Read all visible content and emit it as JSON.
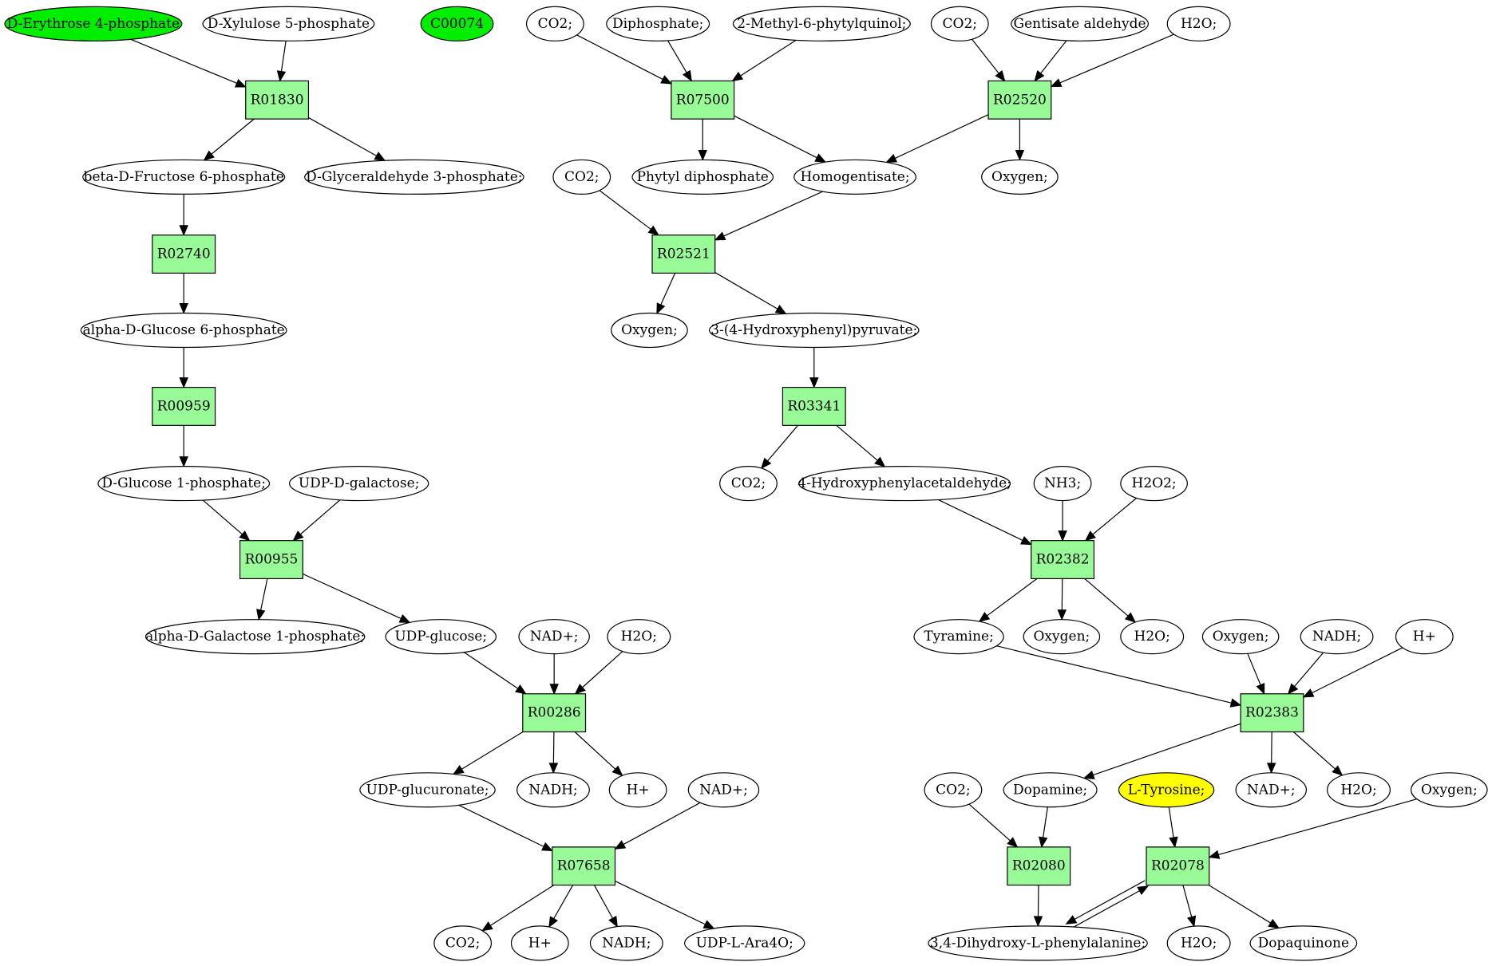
{
  "compounds": [
    {
      "id": "c_erythrose",
      "label": "D-Erythrose 4-phosphate",
      "fill": "#00ee00"
    },
    {
      "id": "c_xylulose",
      "label": "D-Xylulose 5-phosphate"
    },
    {
      "id": "c_c00074",
      "label": "C00074",
      "fill": "#00ee00"
    },
    {
      "id": "c_co2_a",
      "label": "CO2;"
    },
    {
      "id": "c_diphosphate",
      "label": "Diphosphate;"
    },
    {
      "id": "c_methylphytyl",
      "label": "2-Methyl-6-phytylquinol;"
    },
    {
      "id": "c_co2_b",
      "label": "CO2;"
    },
    {
      "id": "c_gentisate",
      "label": "Gentisate aldehyde"
    },
    {
      "id": "c_h2o_a",
      "label": "H2O;"
    },
    {
      "id": "c_fructose6p",
      "label": "beta-D-Fructose 6-phosphate"
    },
    {
      "id": "c_glyceraldehyde",
      "label": "D-Glyceraldehyde 3-phosphate;"
    },
    {
      "id": "c_co2_c",
      "label": "CO2;"
    },
    {
      "id": "c_phytyl",
      "label": "Phytyl diphosphate"
    },
    {
      "id": "c_homogentisate",
      "label": "Homogentisate;"
    },
    {
      "id": "c_oxygen_a",
      "label": "Oxygen;"
    },
    {
      "id": "c_glucose6p",
      "label": "alpha-D-Glucose 6-phosphate"
    },
    {
      "id": "c_oxygen_b",
      "label": "Oxygen;"
    },
    {
      "id": "c_hpp",
      "label": "3-(4-Hydroxyphenyl)pyruvate;"
    },
    {
      "id": "c_glucose1p",
      "label": "D-Glucose 1-phosphate;"
    },
    {
      "id": "c_udpgal",
      "label": "UDP-D-galactose;"
    },
    {
      "id": "c_co2_d",
      "label": "CO2;"
    },
    {
      "id": "c_hpacetald",
      "label": "4-Hydroxyphenylacetaldehyde;"
    },
    {
      "id": "c_nh3",
      "label": "NH3;"
    },
    {
      "id": "c_h2o2",
      "label": "H2O2;"
    },
    {
      "id": "c_galactose1p",
      "label": "alpha-D-Galactose 1-phosphate;"
    },
    {
      "id": "c_udpglucose",
      "label": "UDP-glucose;"
    },
    {
      "id": "c_nadp_a",
      "label": "NAD+;"
    },
    {
      "id": "c_h2o_b",
      "label": "H2O;"
    },
    {
      "id": "c_tyramine",
      "label": "Tyramine;"
    },
    {
      "id": "c_oxygen_c",
      "label": "Oxygen;"
    },
    {
      "id": "c_h2o_c",
      "label": "H2O;"
    },
    {
      "id": "c_oxygen_d",
      "label": "Oxygen;"
    },
    {
      "id": "c_nadh_a",
      "label": "NADH;"
    },
    {
      "id": "c_hplus_a",
      "label": "H+"
    },
    {
      "id": "c_udpglucuronate",
      "label": "UDP-glucuronate;"
    },
    {
      "id": "c_nadh_b",
      "label": "NADH;"
    },
    {
      "id": "c_hplus_b",
      "label": "H+"
    },
    {
      "id": "c_nadp_b",
      "label": "NAD+;"
    },
    {
      "id": "c_co2_e",
      "label": "CO2;"
    },
    {
      "id": "c_dopamine",
      "label": "Dopamine;"
    },
    {
      "id": "c_tyrosine",
      "label": "L-Tyrosine;",
      "fill": "#ffff00"
    },
    {
      "id": "c_nadp_c",
      "label": "NAD+;"
    },
    {
      "id": "c_h2o_d",
      "label": "H2O;"
    },
    {
      "id": "c_oxygen_e",
      "label": "Oxygen;"
    },
    {
      "id": "c_co2_f",
      "label": "CO2;"
    },
    {
      "id": "c_hplus_c",
      "label": "H+"
    },
    {
      "id": "c_nadh_c",
      "label": "NADH;"
    },
    {
      "id": "c_udpara",
      "label": "UDP-L-Ara4O;"
    },
    {
      "id": "c_dopa",
      "label": "3,4-Dihydroxy-L-phenylalanine;"
    },
    {
      "id": "c_h2o_e",
      "label": "H2O;"
    },
    {
      "id": "c_dopaquinone",
      "label": "Dopaquinone"
    }
  ],
  "reactions": [
    {
      "id": "r_R01830",
      "label": "R01830"
    },
    {
      "id": "r_R07500",
      "label": "R07500"
    },
    {
      "id": "r_R02520",
      "label": "R02520"
    },
    {
      "id": "r_R02740",
      "label": "R02740"
    },
    {
      "id": "r_R02521",
      "label": "R02521"
    },
    {
      "id": "r_R00959",
      "label": "R00959"
    },
    {
      "id": "r_R03341",
      "label": "R03341"
    },
    {
      "id": "r_R00955",
      "label": "R00955"
    },
    {
      "id": "r_R02382",
      "label": "R02382"
    },
    {
      "id": "r_R00286",
      "label": "R00286"
    },
    {
      "id": "r_R02383",
      "label": "R02383"
    },
    {
      "id": "r_R07658",
      "label": "R07658"
    },
    {
      "id": "r_R02080",
      "label": "R02080"
    },
    {
      "id": "r_R02078",
      "label": "R02078"
    }
  ],
  "edges": [
    [
      "c_erythrose",
      "r_R01830"
    ],
    [
      "c_xylulose",
      "r_R01830"
    ],
    [
      "r_R01830",
      "c_fructose6p"
    ],
    [
      "r_R01830",
      "c_glyceraldehyde"
    ],
    [
      "c_co2_a",
      "r_R07500"
    ],
    [
      "c_diphosphate",
      "r_R07500"
    ],
    [
      "c_methylphytyl",
      "r_R07500"
    ],
    [
      "r_R07500",
      "c_phytyl"
    ],
    [
      "r_R07500",
      "c_homogentisate"
    ],
    [
      "c_co2_b",
      "r_R02520"
    ],
    [
      "c_gentisate",
      "r_R02520"
    ],
    [
      "c_h2o_a",
      "r_R02520"
    ],
    [
      "r_R02520",
      "c_homogentisate"
    ],
    [
      "r_R02520",
      "c_oxygen_a"
    ],
    [
      "c_fructose6p",
      "r_R02740"
    ],
    [
      "r_R02740",
      "c_glucose6p"
    ],
    [
      "c_co2_c",
      "r_R02521"
    ],
    [
      "c_homogentisate",
      "r_R02521"
    ],
    [
      "r_R02521",
      "c_oxygen_b"
    ],
    [
      "r_R02521",
      "c_hpp"
    ],
    [
      "c_glucose6p",
      "r_R00959"
    ],
    [
      "r_R00959",
      "c_glucose1p"
    ],
    [
      "c_hpp",
      "r_R03341"
    ],
    [
      "r_R03341",
      "c_co2_d"
    ],
    [
      "r_R03341",
      "c_hpacetald"
    ],
    [
      "c_glucose1p",
      "r_R00955"
    ],
    [
      "c_udpgal",
      "r_R00955"
    ],
    [
      "r_R00955",
      "c_galactose1p"
    ],
    [
      "r_R00955",
      "c_udpglucose"
    ],
    [
      "c_hpacetald",
      "r_R02382"
    ],
    [
      "c_nh3",
      "r_R02382"
    ],
    [
      "c_h2o2",
      "r_R02382"
    ],
    [
      "r_R02382",
      "c_tyramine"
    ],
    [
      "r_R02382",
      "c_oxygen_c"
    ],
    [
      "r_R02382",
      "c_h2o_c"
    ],
    [
      "c_udpglucose",
      "r_R00286"
    ],
    [
      "c_nadp_a",
      "r_R00286"
    ],
    [
      "c_h2o_b",
      "r_R00286"
    ],
    [
      "r_R00286",
      "c_udpglucuronate"
    ],
    [
      "r_R00286",
      "c_nadh_b"
    ],
    [
      "r_R00286",
      "c_hplus_b"
    ],
    [
      "c_tyramine",
      "r_R02383"
    ],
    [
      "c_oxygen_d",
      "r_R02383"
    ],
    [
      "c_nadh_a",
      "r_R02383"
    ],
    [
      "c_hplus_a",
      "r_R02383"
    ],
    [
      "r_R02383",
      "c_dopamine"
    ],
    [
      "r_R02383",
      "c_nadp_c"
    ],
    [
      "r_R02383",
      "c_h2o_d"
    ],
    [
      "c_udpglucuronate",
      "r_R07658"
    ],
    [
      "c_nadp_b",
      "r_R07658"
    ],
    [
      "r_R07658",
      "c_co2_f"
    ],
    [
      "r_R07658",
      "c_hplus_c"
    ],
    [
      "r_R07658",
      "c_nadh_c"
    ],
    [
      "r_R07658",
      "c_udpara"
    ],
    [
      "c_co2_e",
      "r_R02080"
    ],
    [
      "c_dopamine",
      "r_R02080"
    ],
    [
      "r_R02080",
      "c_dopa"
    ],
    [
      "c_tyrosine",
      "r_R02078"
    ],
    [
      "c_oxygen_e",
      "r_R02078"
    ],
    [
      "r_R02078",
      "c_dopa"
    ],
    [
      "c_dopa",
      "r_R02078"
    ],
    [
      "r_R02078",
      "c_h2o_e"
    ],
    [
      "r_R02078",
      "c_dopaquinone"
    ]
  ]
}
